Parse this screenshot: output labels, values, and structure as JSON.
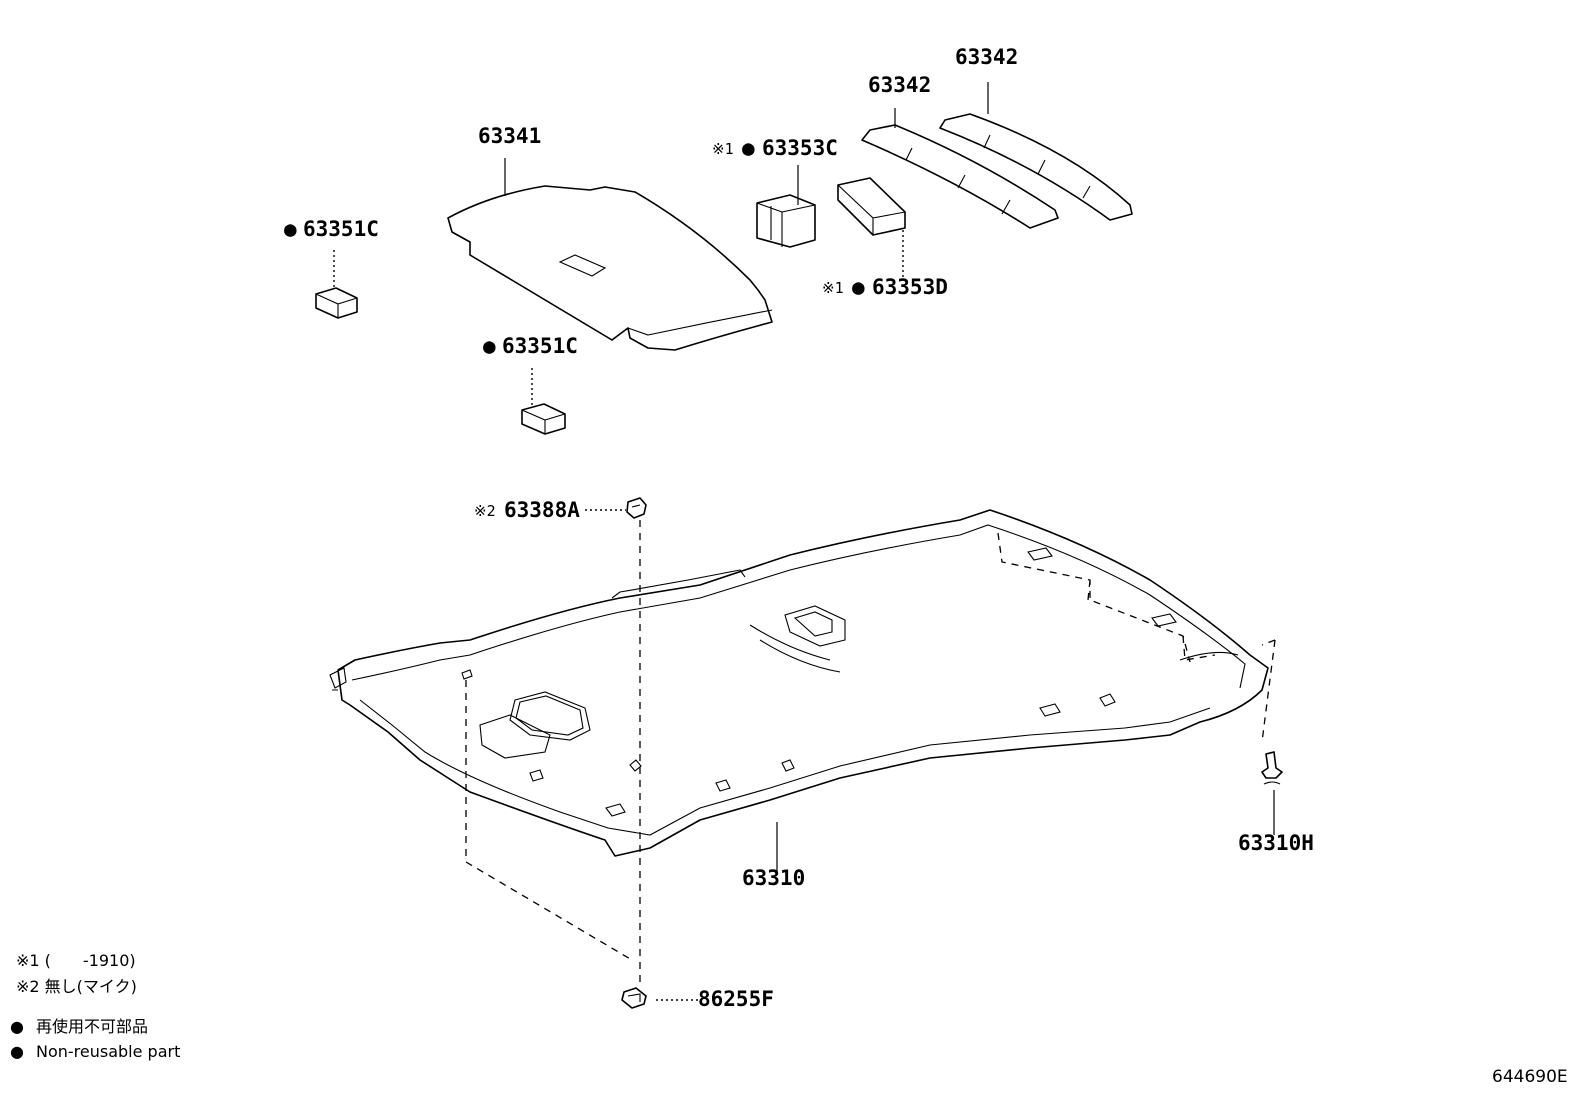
{
  "callouts": {
    "p63342_a": "63342",
    "p63342_b": "63342",
    "p63341": "63341",
    "p63353C": "63353C",
    "p63353D": "63353D",
    "p63351C_a": "63351C",
    "p63351C_b": "63351C",
    "p63388A": "63388A",
    "p63310": "63310",
    "p63310H": "63310H",
    "p86255F": "86255F"
  },
  "marks": {
    "note1": "※1",
    "note2": "※2",
    "nonreusable": "●"
  },
  "legend": {
    "note1_text": "※1 (　　-1910)",
    "note2_text": "※2 無し(マイク)",
    "bullet": "●",
    "nonreusable_jp": "再使用不可部品",
    "nonreusable_en": "Non-reusable part"
  },
  "diagram_code": "644690E"
}
